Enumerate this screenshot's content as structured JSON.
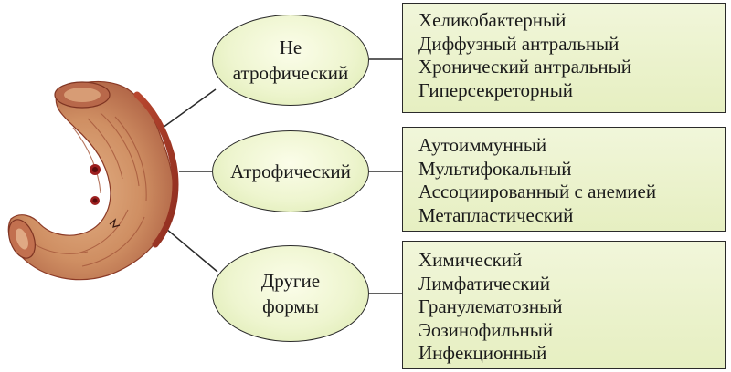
{
  "categories": [
    {
      "label_lines": [
        "Не",
        "атрофический"
      ],
      "items": [
        "Хеликобактерный",
        "Диффузный антральный",
        "Хронический антральный",
        "Гиперсекреторный"
      ]
    },
    {
      "label_lines": [
        "Атрофический"
      ],
      "items": [
        "Аутоиммунный",
        "Мультифокальный",
        "Ассоциированный с анемией",
        "Метапластический"
      ]
    },
    {
      "label_lines": [
        "Другие",
        "формы"
      ],
      "items": [
        "Химический",
        "Лимфатический",
        "Гранулематозный",
        "Эозинофильный",
        "Инфекционный"
      ]
    }
  ],
  "colors": {
    "ellipse_fill": "#eef5cf",
    "box_fill": "#e9f1c8",
    "outline": "#2a2a2a",
    "stomach": "#c98a5e"
  },
  "illustration": "stomach-image"
}
